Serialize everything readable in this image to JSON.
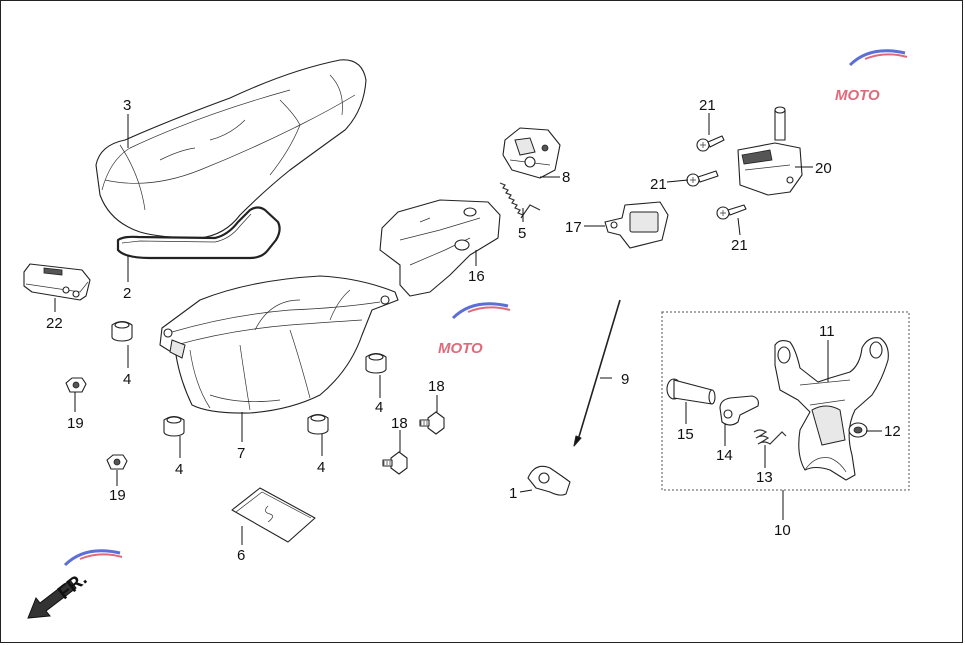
{
  "callouts": [
    "1",
    "2",
    "3",
    "4",
    "5",
    "6",
    "7",
    "8",
    "9",
    "10",
    "11",
    "12",
    "13",
    "14",
    "15",
    "16",
    "17",
    "18",
    "19",
    "20",
    "21",
    "22"
  ],
  "direction_label": "FR.",
  "watermark": {
    "text": "MOTO",
    "sub": "........."
  },
  "colors": {
    "line": "#222222",
    "watermark": "#e06a7a",
    "watermark_accent": "#5b6fd6",
    "background": "#ffffff"
  },
  "icons": {
    "direction": "front-direction-arrow-icon",
    "watermark": "moto-watermark-logo-icon"
  }
}
